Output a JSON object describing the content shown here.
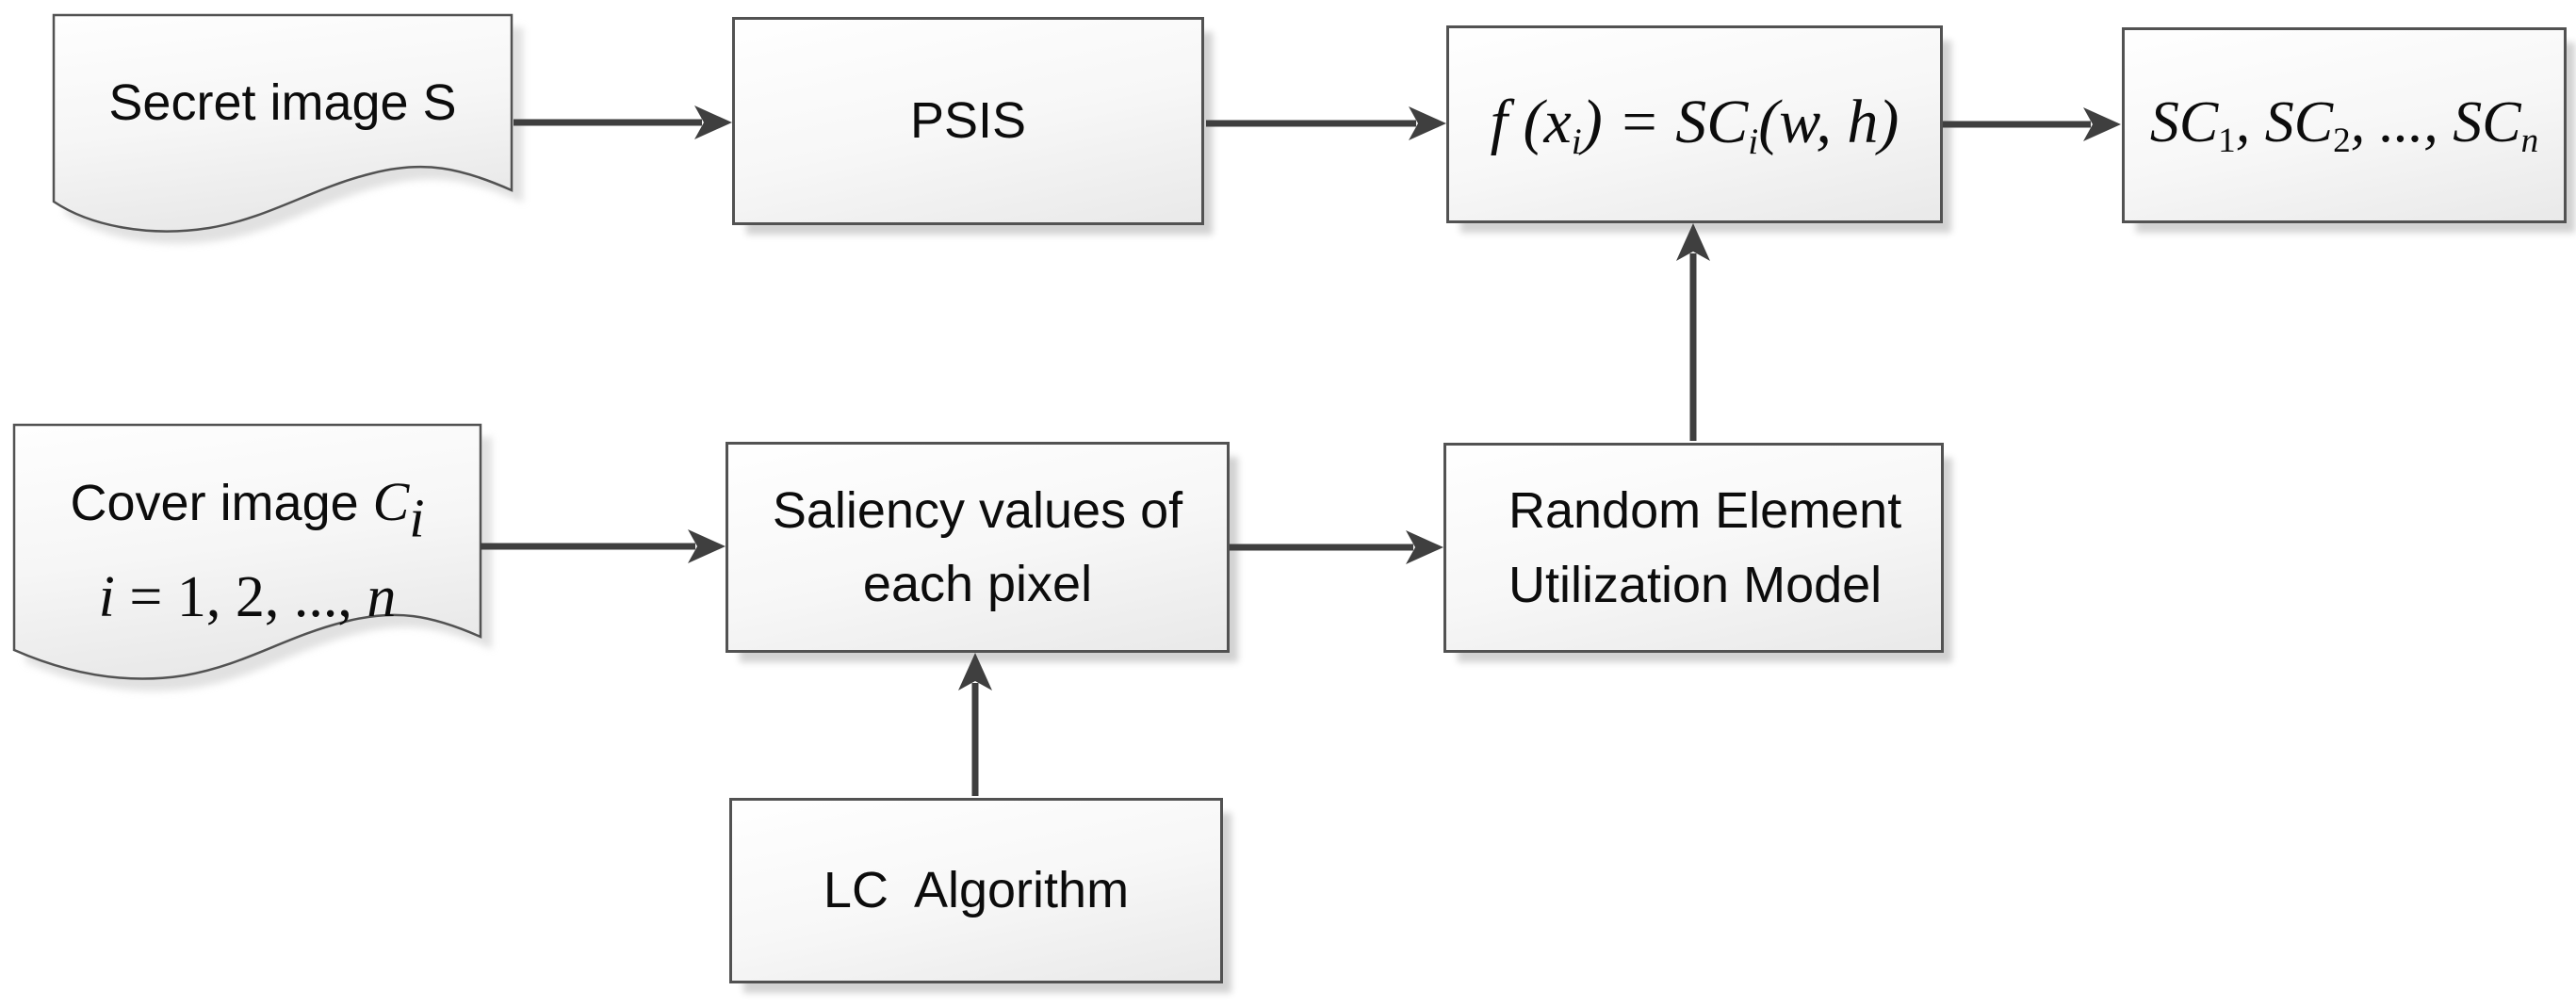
{
  "diagram": {
    "title": "PSIS saliency-based secret sharing flowchart",
    "colors": {
      "background": "#ffffff",
      "arrow": "#3f3f3f",
      "box_border": "#525252",
      "box_fill_top": "#fefefe",
      "box_fill_bottom": "#e9e9e9",
      "text": "#0c0c0c"
    },
    "nodes": {
      "secret": {
        "shape": "document",
        "label": "Secret image S"
      },
      "psis": {
        "shape": "rectangle",
        "label": "PSIS"
      },
      "formula": {
        "shape": "rectangle",
        "p1": "f (x",
        "s1": "i",
        "p2": ") = SC",
        "s2": "i",
        "p3": "(w, h)"
      },
      "shares": {
        "shape": "rectangle",
        "p1": "SC",
        "s1": "1",
        "p2": ", SC",
        "s2": "2",
        "p3": ", ..., SC",
        "s3": "n"
      },
      "cover": {
        "shape": "document",
        "prefix": "Cover image ",
        "var": "C",
        "var_sub": "i",
        "idx_i": "i",
        "idx_mid": " = 1, 2, ..., ",
        "idx_n": "n"
      },
      "saliency": {
        "shape": "rectangle",
        "line1": "Saliency values of",
        "line2": "each pixel"
      },
      "random": {
        "shape": "rectangle",
        "line1": "Random Element",
        "line2": "Utilization Model"
      },
      "lc": {
        "shape": "rectangle",
        "label": "LC  Algorithm"
      }
    },
    "edges": [
      {
        "from": "secret",
        "to": "psis"
      },
      {
        "from": "psis",
        "to": "formula"
      },
      {
        "from": "formula",
        "to": "shares"
      },
      {
        "from": "cover",
        "to": "saliency"
      },
      {
        "from": "saliency",
        "to": "random"
      },
      {
        "from": "random",
        "to": "formula"
      },
      {
        "from": "lc",
        "to": "saliency"
      }
    ]
  }
}
